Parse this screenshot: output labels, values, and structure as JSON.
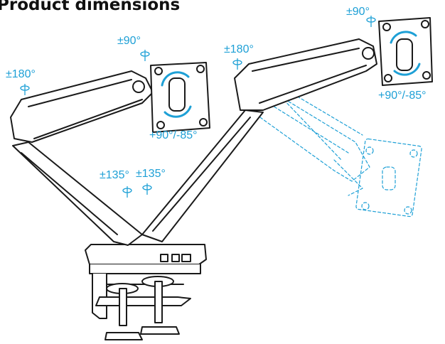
{
  "title": "Product dimensions",
  "colors": {
    "line": "#1a1a1a",
    "accent": "#1ea0d6",
    "fill": "#ffffff"
  },
  "labels": {
    "left_arm_rotation": "±180°",
    "left_head_rotation": "±90°",
    "left_tilt": "+90°/-85°",
    "left_pole_rotation": "±135°",
    "right_pole_rotation": "±135°",
    "right_arm_rotation": "±180°",
    "right_head_rotation": "±90°",
    "right_tilt": "+90°/-85°"
  }
}
